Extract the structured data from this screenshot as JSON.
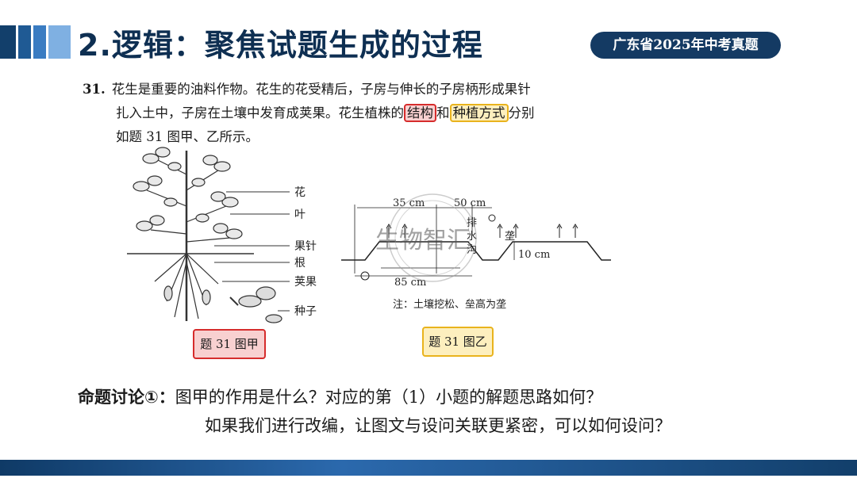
{
  "header": {
    "title": "2.逻辑：聚焦试题生成的过程",
    "badge": "广东省2025年中考真题"
  },
  "question": {
    "number": "31.",
    "line1": "花生是重要的油料作物。花生的花受精后，子房与伸长的子房柄形成果针",
    "line2_a": "扎入土中，子房在土壤中发育成荚果。花生植株的",
    "line2_hl1": "结构",
    "line2_b": "和",
    "line2_hl2": "种植方式",
    "line2_c": "分别",
    "line3": "如题 31 图甲、乙所示。"
  },
  "figure_a": {
    "labels": [
      "花",
      "叶",
      "果针",
      "根",
      "荚果",
      "种子"
    ],
    "caption": "题 31 图甲"
  },
  "figure_b": {
    "dims": [
      "35 cm",
      "50 cm",
      "10 cm",
      "85 cm"
    ],
    "labels": [
      "排",
      "水",
      "沟",
      "垄"
    ],
    "note": "注：土壤挖松、垒高为垄",
    "caption": "题 31 图乙"
  },
  "watermark": "生物智汇",
  "discussion": {
    "label": "命题讨论①：",
    "line1": "图甲的作用是什么？对应的第（1）小题的解题思路如何？",
    "line2": "如果我们进行改编，让图文与设问关联更紧密，可以如何设问？"
  }
}
